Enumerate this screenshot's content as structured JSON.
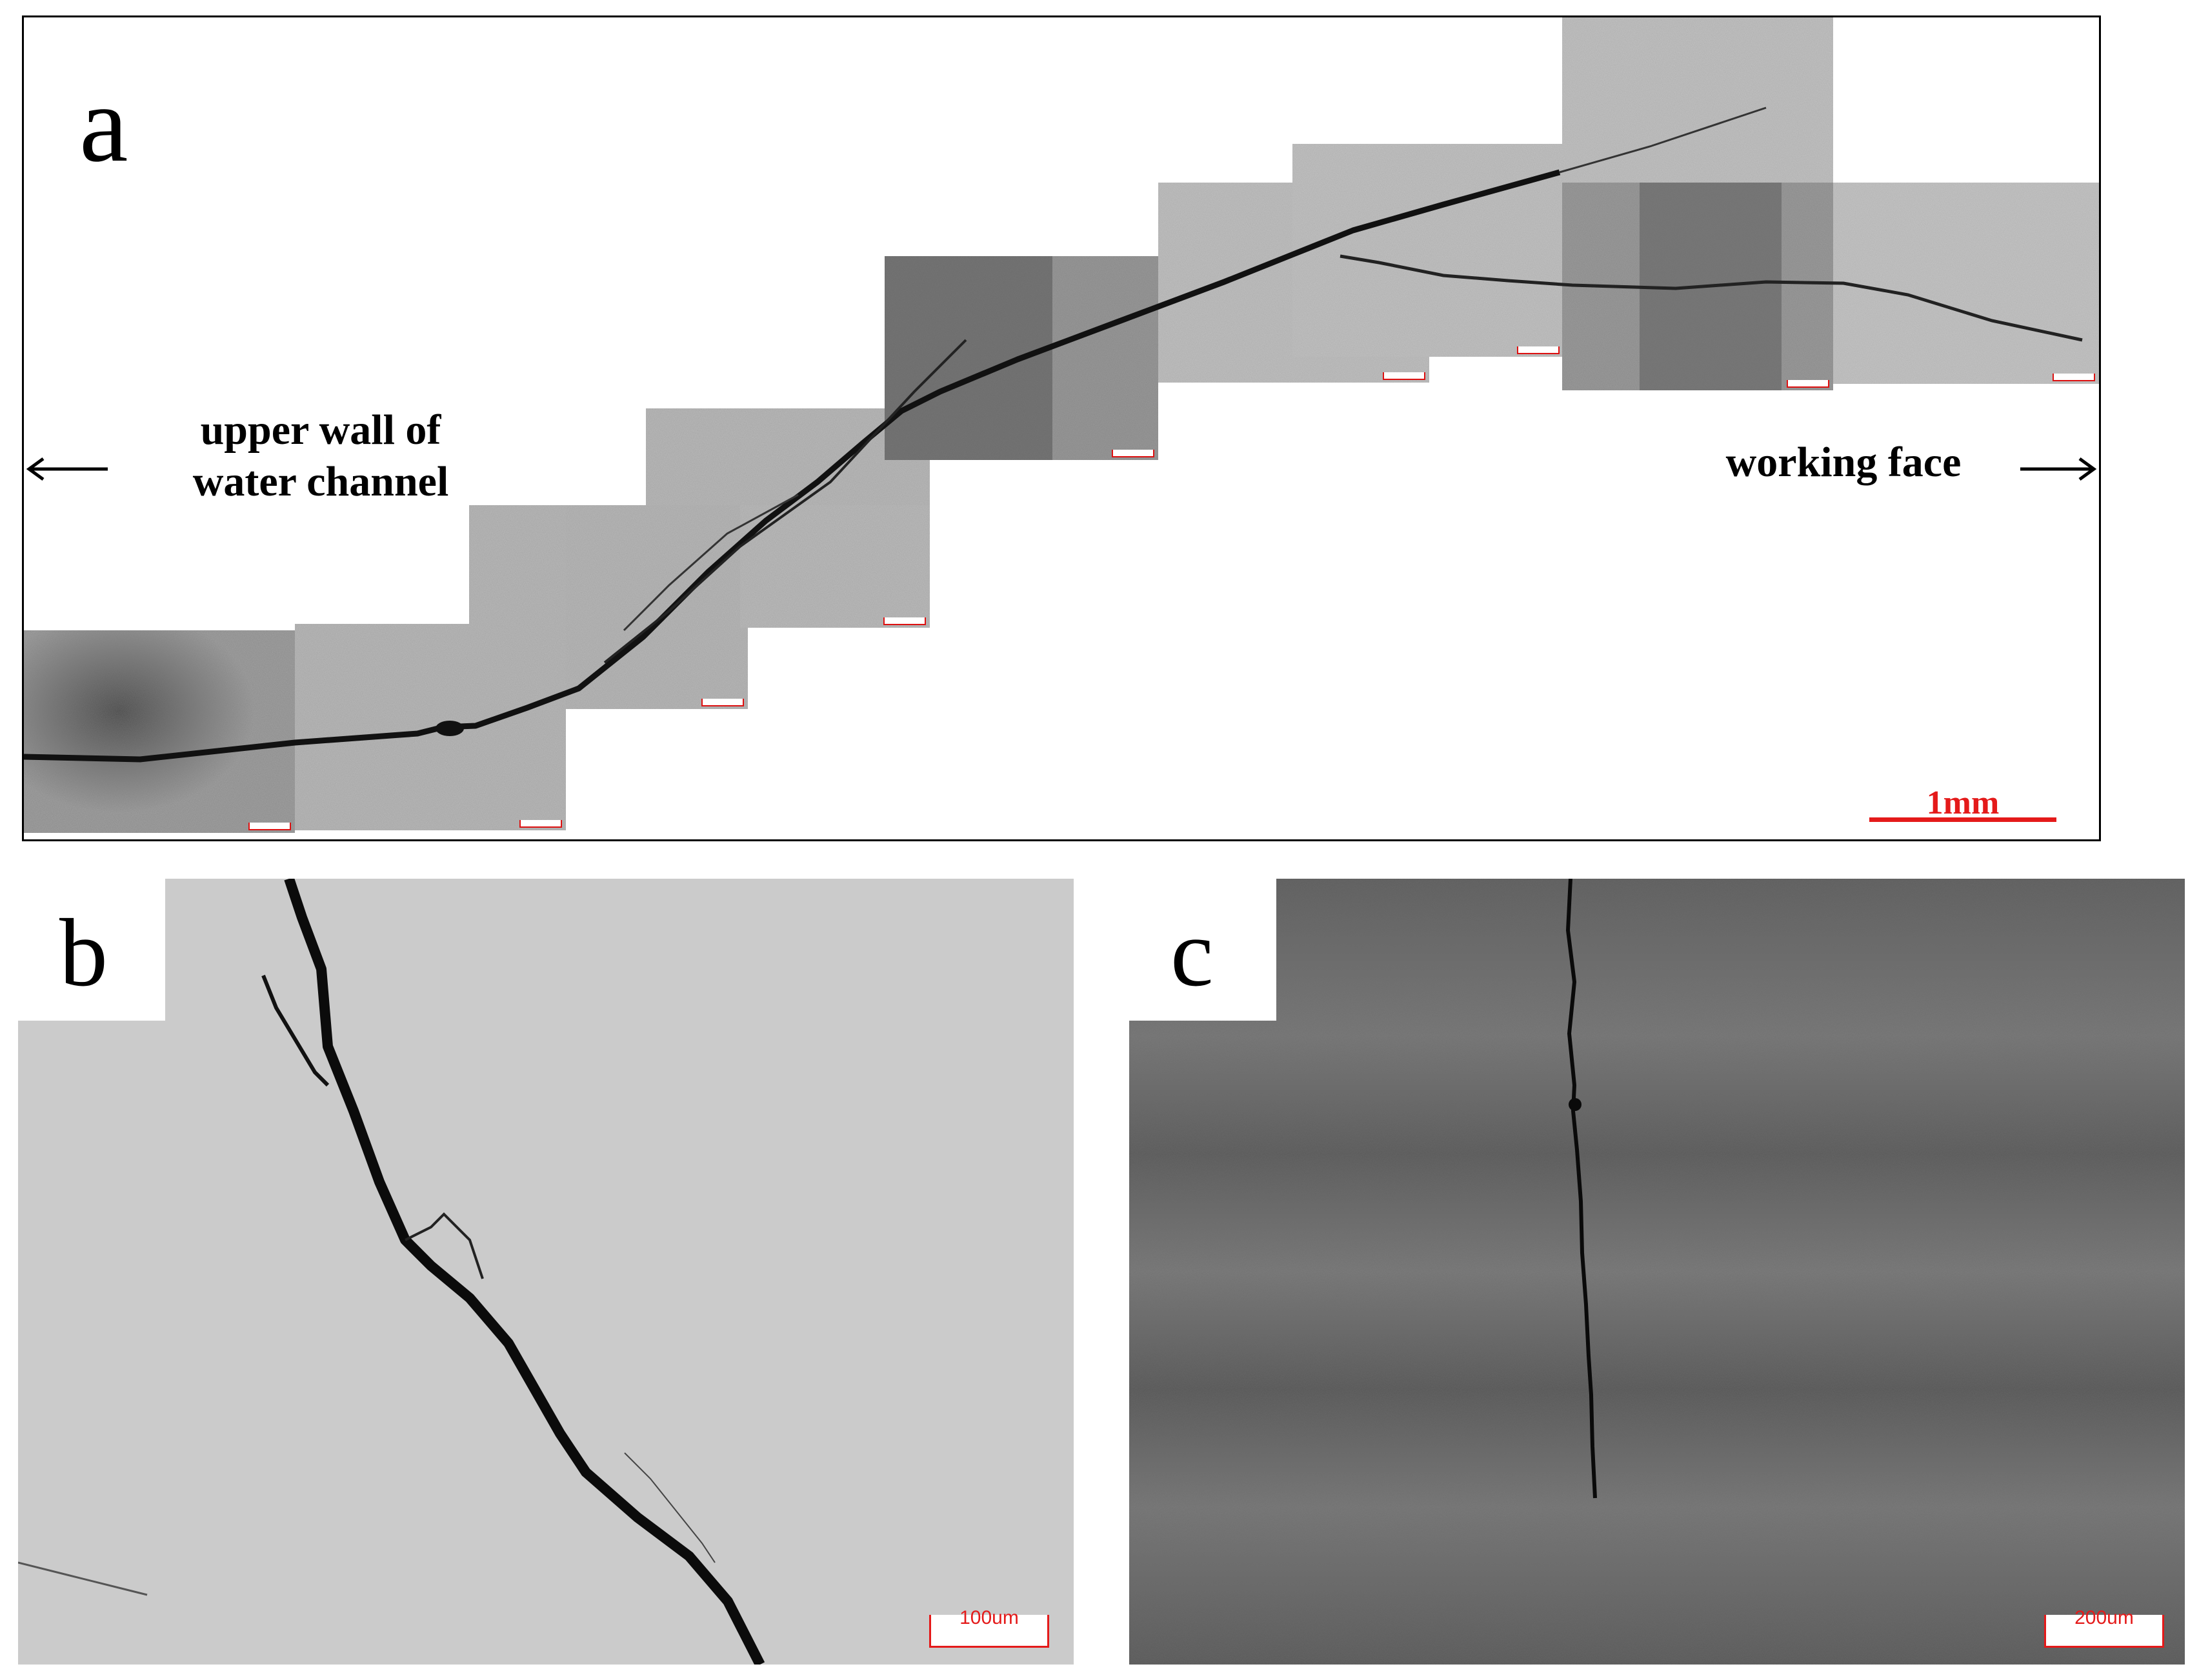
{
  "panel_a": {
    "letter": "a",
    "left_label": "upper wall of\nwater channel",
    "right_label": "working face",
    "scale_label": "1mm"
  },
  "panel_b": {
    "letter": "b",
    "scale_label": "100um"
  },
  "panel_c": {
    "letter": "c",
    "scale_label": "200um"
  },
  "colors": {
    "scale_red": "#e41a1a",
    "frame": "#000000"
  },
  "icons": {
    "left_arrow": "arrow-left-icon",
    "right_arrow": "arrow-right-icon"
  }
}
